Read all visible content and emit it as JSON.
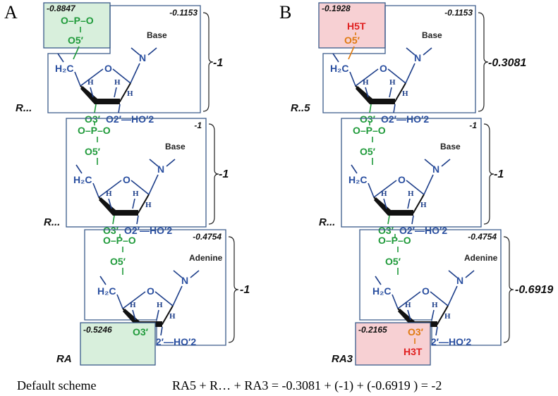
{
  "panels": [
    {
      "letter": "A",
      "segments": [
        {
          "charge": "-0.1153",
          "base": "Base",
          "bracket": "-1",
          "label": "R...",
          "o3": "O3′"
        },
        {
          "charge": "-1",
          "base": "Base",
          "bracket": "-1",
          "label": "R...",
          "o3": "O3′"
        },
        {
          "charge": "-0.4754",
          "base": "Adenine",
          "bracket": "-1",
          "label": "RA",
          "o3": "O3′"
        }
      ],
      "cap5": {
        "charge": "-0.8847",
        "top": "O–P–O",
        "o5": "O5′",
        "h": ""
      },
      "cap3": {
        "charge": "-0.5246",
        "o3": "O3′",
        "h": ""
      }
    },
    {
      "letter": "B",
      "segments": [
        {
          "charge": "-0.1153",
          "base": "Base",
          "bracket": "-0.3081",
          "label": "R..5",
          "o3": "O3′"
        },
        {
          "charge": "-1",
          "base": "Base",
          "bracket": "-1",
          "label": "R...",
          "o3": "O3′"
        },
        {
          "charge": "-0.4754",
          "base": "Adenine",
          "bracket": "-0.6919",
          "label": "RA3",
          "o3": "O3′"
        }
      ],
      "cap5": {
        "charge": "-0.1928",
        "top": "H5T",
        "o5": "O5′",
        "h": "H5T"
      },
      "cap3": {
        "charge": "-0.2165",
        "o3": "O3′",
        "h": "H3T"
      }
    }
  ],
  "atoms": {
    "o2": "O2′—HO′2",
    "h2c": "H₂C",
    "h": "H",
    "o": "O",
    "n": "N",
    "phosphate": "O–P–O",
    "o5": "O5′"
  },
  "footer": {
    "scheme": "Default scheme",
    "equation": "RA5 + R… + RA3 =  -0.3081 + (-1)  + (-0.6919 ) = -2"
  },
  "colors": {
    "green_box": "#d8efdc",
    "red_box": "#f7d0d3",
    "green": "#1f9a3a",
    "blue": "#2a4fa0",
    "orange": "#e07a10",
    "red": "#e02020"
  }
}
